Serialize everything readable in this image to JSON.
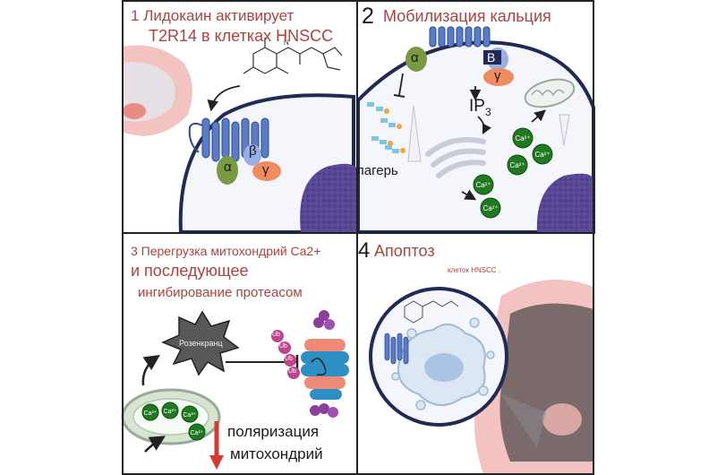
{
  "panels": {
    "p1": {
      "number": "1",
      "title_line1": "Лидокаин активирует",
      "title_line2": "T2R14 в клетках HNSCC",
      "subunit_alpha": "α",
      "subunit_beta": "β",
      "subunit_gamma": "γ"
    },
    "p2": {
      "number": "2",
      "title": "Мобилизация кальция",
      "subunit_alpha": "α",
      "subunit_beta": "B",
      "subunit_gamma": "γ",
      "ip3": "IP",
      "ip3_sub": "3",
      "fragment": "лагерь",
      "calcium": "Ca²⁺"
    },
    "p3": {
      "title_line1": "3 Перегрузка митохондрий Ca2+",
      "title_line2": "и последующее",
      "title_line3": "ингибирование протеасом",
      "burst_label": "Розенкранц",
      "ub": "Ub",
      "calcium": "Ca²⁺",
      "depol_line1": "поляризация",
      "depol_line2": "митохондрий"
    },
    "p4": {
      "number": "4",
      "title": "Апоптоз",
      "small_label": "клеток HNSCC ."
    }
  },
  "colors": {
    "title_red": "#b2413f",
    "membrane": "#1f2a55",
    "receptor": "#5a7cc6",
    "alpha": "#7a9a42",
    "beta": "#9aaee6",
    "gamma": "#f08a5f",
    "calcium": "#1f7a1f",
    "nucleus": "#5a4796",
    "cytoplasm": "#f4f6fb",
    "mouth": "#f3c3c1"
  }
}
